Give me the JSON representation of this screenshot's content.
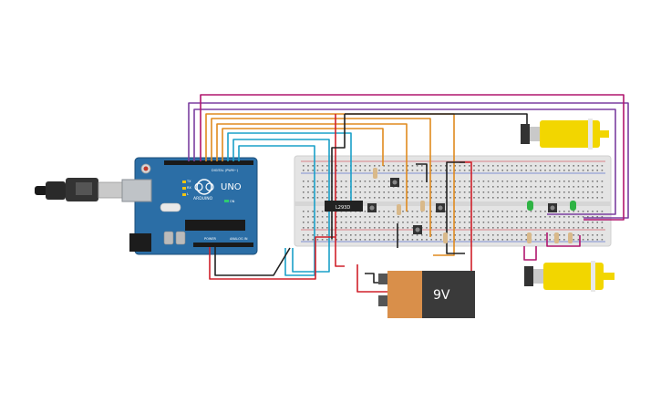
{
  "arduino": {
    "logo": "UNO",
    "brand": "ARDUINO",
    "digital_label": "DIGITAL (PWM~)",
    "power_label": "POWER",
    "analog_label": "ANALOG IN",
    "tx_label": "TX",
    "rx_label": "RX",
    "l_label": "L",
    "on_label": "ON"
  },
  "ic": {
    "label": "L293D"
  },
  "battery": {
    "label": "9V"
  },
  "colors": {
    "arduino_board": "#2b6ea6",
    "breadboard": "#e4e4e4",
    "motor_body": "#f2d600",
    "battery_orange": "#d98f4a",
    "battery_dark": "#3a3a3a",
    "wire_purple": "#7b3fa0",
    "wire_magenta": "#b0166e",
    "wire_orange": "#e08a1e",
    "wire_teal": "#1aa0c8",
    "wire_red": "#d0202a",
    "wire_black": "#222222",
    "led_green": "#2fb344"
  },
  "icons": [
    "usb-cable-icon",
    "dc-jack-icon",
    "reset-button-icon",
    "pushbutton-icon",
    "resistor-icon",
    "led-icon",
    "dc-motor-icon",
    "battery-icon"
  ]
}
